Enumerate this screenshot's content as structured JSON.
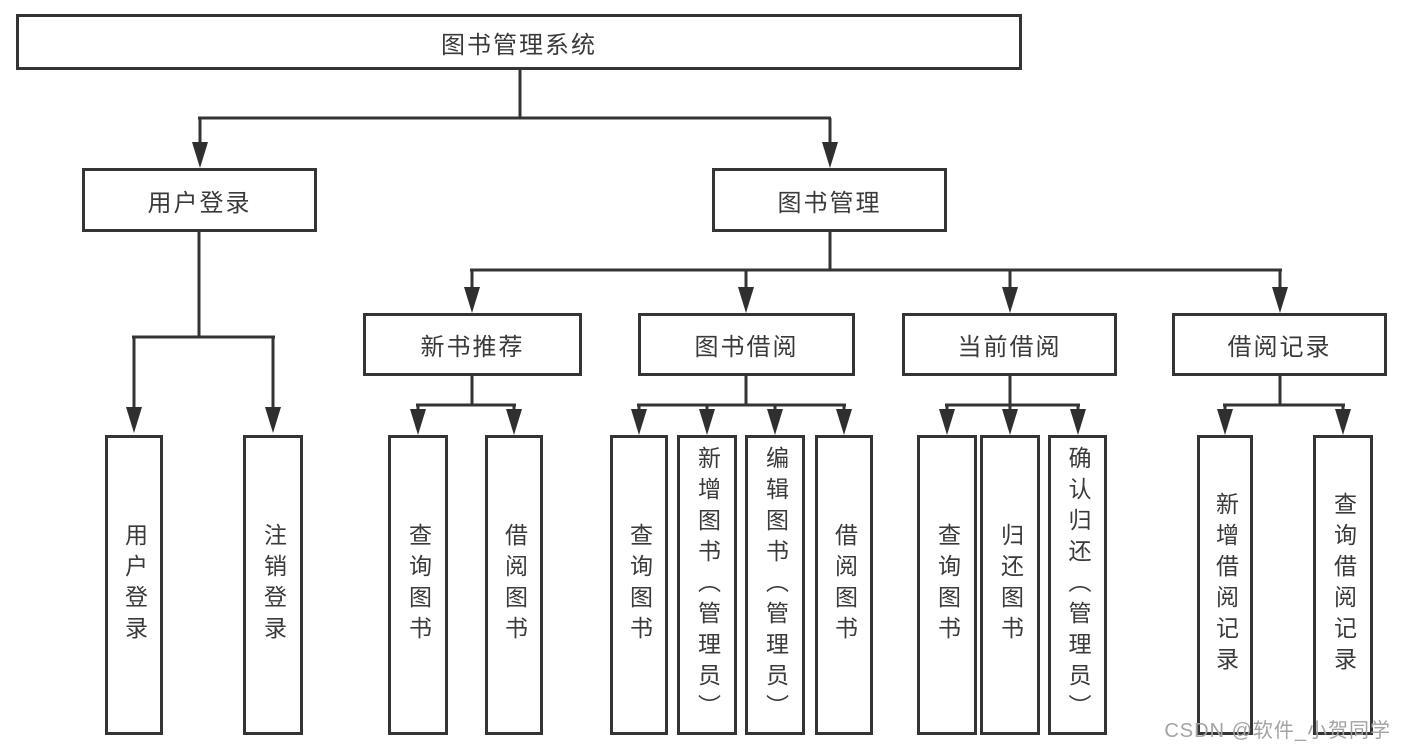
{
  "diagram": {
    "nodes": {
      "root": "图书管理系统",
      "user_login": "用户登录",
      "book_mgmt": "图书管理",
      "new_books": "新书推荐",
      "book_borrow": "图书借阅",
      "current_borrow": "当前借阅",
      "borrow_records": "借阅记录"
    },
    "leaves": {
      "user_login": "用户登录",
      "logout": "注销登录",
      "nb_query": "查询图书",
      "nb_borrow": "借阅图书",
      "bb_query": "查询图书",
      "bb_add": "新增图书（管理员）",
      "bb_edit": "编辑图书（管理员）",
      "bb_borrow": "借阅图书",
      "cb_query": "查询图书",
      "cb_return": "归还图书",
      "cb_confirm": "确认归还（管理员）",
      "br_add": "新增借阅记录",
      "br_query": "查询借阅记录"
    },
    "watermark": "CSDN @软件_小贺同学",
    "colors": {
      "line": "#343434",
      "text": "#3a3a3a",
      "watermark": "#a3a3a3",
      "background": "#ffffff"
    }
  }
}
